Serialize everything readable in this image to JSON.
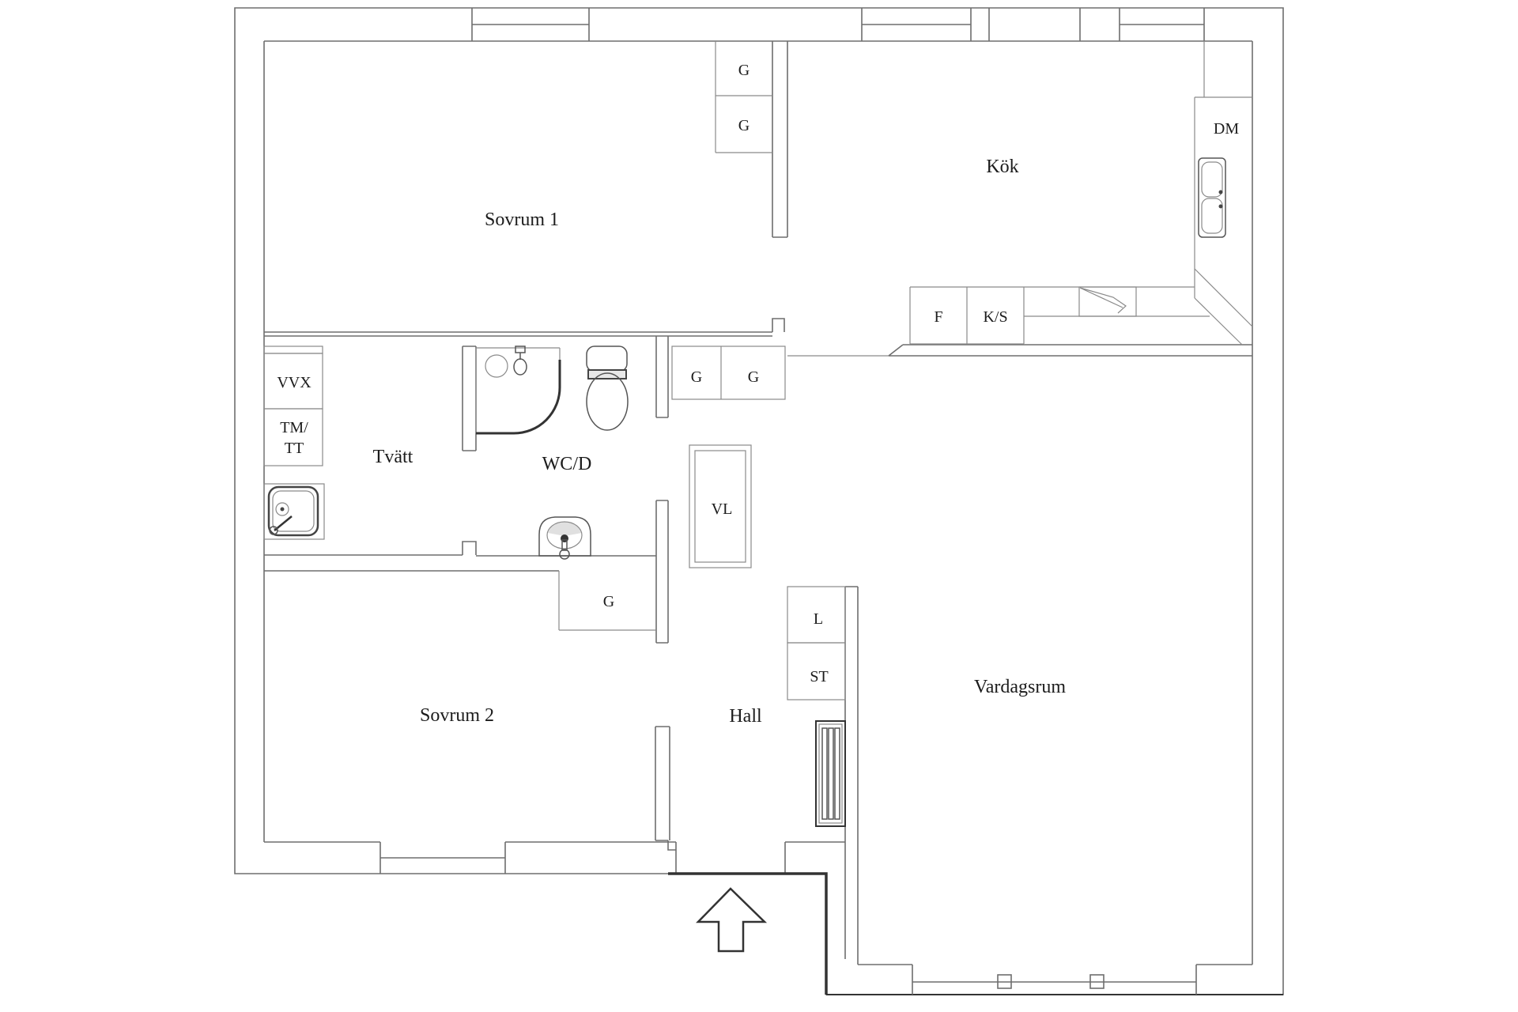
{
  "labels": {
    "sovrum1": "Sovrum 1",
    "kok": "Kök",
    "tvatt": "Tvätt",
    "wcd": "WC/D",
    "sovrum2": "Sovrum 2",
    "hall": "Hall",
    "vardagsrum": "Vardagsrum",
    "g": "G",
    "dm": "DM",
    "f": "F",
    "ks": "K/S",
    "vvx": "VVX",
    "tm": "TM/",
    "tt": "TT",
    "vl": "VL",
    "l": "L",
    "st": "ST"
  }
}
